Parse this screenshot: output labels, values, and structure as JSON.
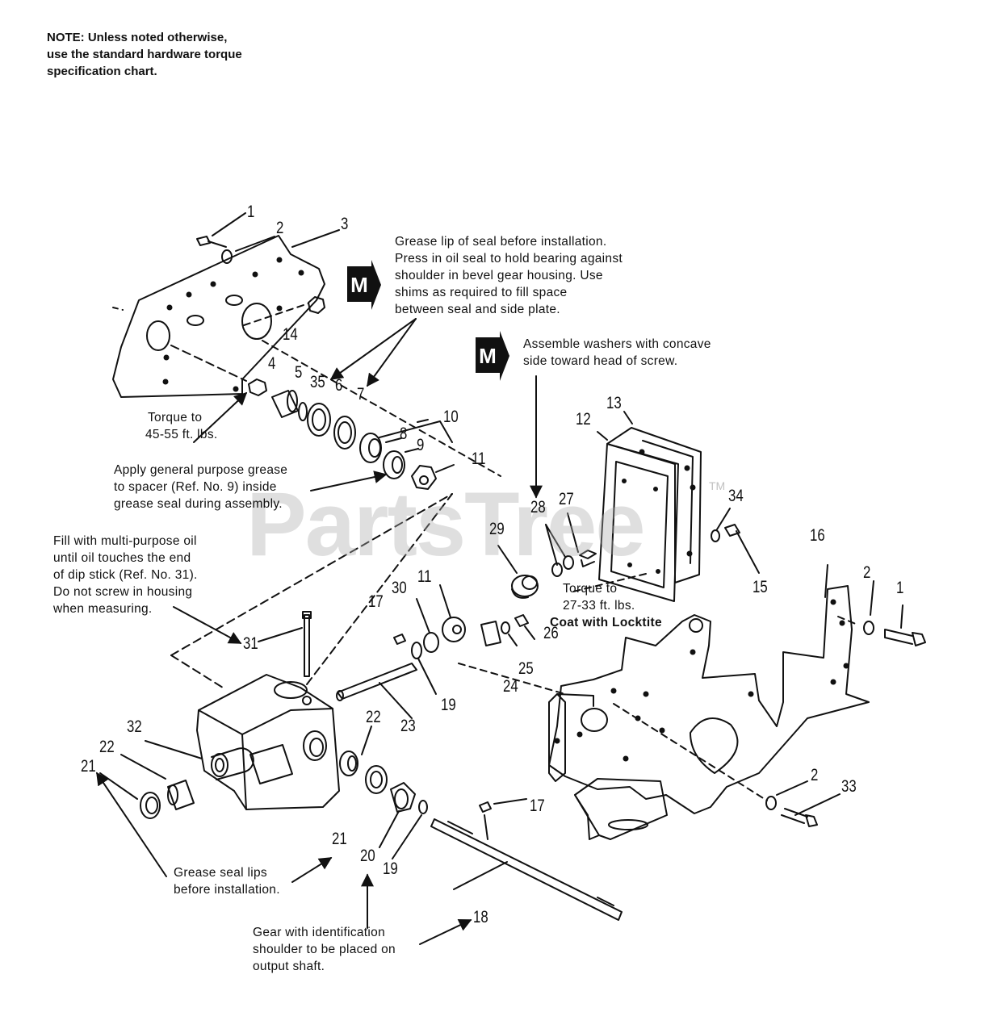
{
  "note": {
    "lines": [
      "NOTE: Unless noted otherwise,",
      "use the standard hardware torque",
      "specification chart."
    ]
  },
  "watermark": {
    "text": "PartsTree",
    "tm": "TM"
  },
  "m_flag": {
    "label": "M"
  },
  "annotations": {
    "grease_lip": [
      "Grease lip of seal before installation.",
      "Press in oil seal to hold bearing against",
      "shoulder in bevel gear housing. Use",
      "shims as required to fill space",
      "between seal and side plate."
    ],
    "assemble_washers": [
      "Assemble washers with concave",
      "side toward head of screw."
    ],
    "torque_45": [
      "Torque to",
      "45-55 ft. lbs."
    ],
    "apply_grease": [
      "Apply general purpose grease",
      "to spacer (Ref. No. 9) inside",
      "grease seal during assembly."
    ],
    "fill_oil": [
      "Fill with multi-purpose oil",
      "until oil touches the end",
      "of dip stick (Ref. No. 31).",
      "Do not screw in housing",
      "when measuring."
    ],
    "torque_27": [
      "Torque to",
      "27-33 ft. lbs."
    ],
    "locktite": "Coat with Locktite",
    "grease_seal_lips": [
      "Grease seal lips",
      "before installation."
    ],
    "gear_ident": [
      "Gear with identification",
      "shoulder to be placed on",
      "output shaft."
    ]
  },
  "callouts": {
    "c1a": "1",
    "c2a": "2",
    "c3": "3",
    "c14": "14",
    "c4": "4",
    "c5": "5",
    "c35": "35",
    "c6": "6",
    "c7": "7",
    "c10": "10",
    "c8": "8",
    "c9": "9",
    "c11a": "11",
    "c13": "13",
    "c12": "12",
    "c34": "34",
    "c28": "28",
    "c27": "27",
    "c29": "29",
    "c15": "15",
    "c16": "16",
    "c2b": "2",
    "c1b": "1",
    "c30": "30",
    "c11b": "11",
    "c17a": "17",
    "c26": "26",
    "c31": "31",
    "c25": "25",
    "c24": "24",
    "c19a": "19",
    "c23": "23",
    "c32": "32",
    "c22a": "22",
    "c22b": "22",
    "c21a": "21",
    "c2c": "2",
    "c33": "33",
    "c17b": "17",
    "c21b": "21",
    "c20": "20",
    "c19b": "19",
    "c18": "18"
  }
}
